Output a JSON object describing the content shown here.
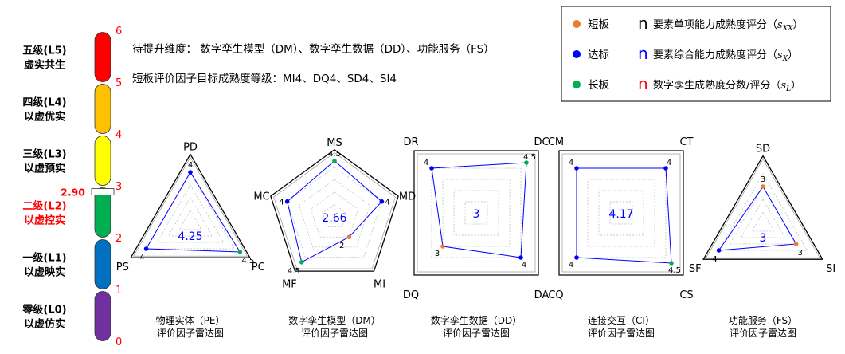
{
  "scale": {
    "ticks": [
      "0",
      "1",
      "2",
      "3",
      "4",
      "5",
      "6"
    ],
    "levels": [
      {
        "name": "五级(L5)",
        "desc": "虚实共生",
        "color": "#ff0000",
        "highlight": false
      },
      {
        "name": "四级(L4)",
        "desc": "以虚优实",
        "color": "#ffc000",
        "highlight": false
      },
      {
        "name": "三级(L3)",
        "desc": "以虚预实",
        "color": "#ffff00",
        "highlight": false
      },
      {
        "name": "二级(L2)",
        "desc": "以虚控实",
        "color": "#00b050",
        "highlight": true
      },
      {
        "name": "一级(L1)",
        "desc": "以虚映实",
        "color": "#0070c0",
        "highlight": false
      },
      {
        "name": "零级(L0)",
        "desc": "以虚仿实",
        "color": "#7030a0",
        "highlight": false
      }
    ],
    "current_label": "2.90",
    "current_value": 2.9
  },
  "info": {
    "line1": "待提升维度： 数字孪生模型（DM）、数字孪生数据（DD）、功能服务（FS）",
    "line2": "短板评价因子目标成熟度等级：MI4、DQ4、SD4、SI4"
  },
  "legend": {
    "items": [
      {
        "label": "短板",
        "color": "#ed7d31"
      },
      {
        "label": "达标",
        "color": "#0000ff"
      },
      {
        "label": "长板",
        "color": "#00b050"
      }
    ],
    "notes": [
      {
        "n": "n",
        "n_color": "#000000",
        "text": "要素单项能力成熟度评分（",
        "sym": "s",
        "sub": "XX",
        "close": "）"
      },
      {
        "n": "n",
        "n_color": "#0000ff",
        "text": "要素综合能力成熟度评分（",
        "sym": "s",
        "sub": "X",
        "close": "）"
      },
      {
        "n": "n",
        "n_color": "#ff0000",
        "text": "数字孪生成熟度分数/评分（",
        "sym": "s",
        "sub": "L",
        "close": "）"
      }
    ]
  },
  "colors": {
    "short": "#ed7d31",
    "pass": "#0000ff",
    "long": "#00b050"
  },
  "chart_data": [
    {
      "type": "radar",
      "shape": "triangle",
      "title": "物理实体（PE）",
      "subtitle": "评价因子雷达图",
      "score": "4.25",
      "axes": [
        "PD",
        "PC",
        "PS"
      ],
      "values": [
        4,
        4.5,
        4
      ],
      "labels": [
        "4",
        "4.5",
        "4"
      ],
      "status": [
        "pass",
        "long",
        "pass"
      ],
      "max": 5
    },
    {
      "type": "radar",
      "shape": "pentagon",
      "title": "数字孪生模型（DM）",
      "subtitle": "评价因子雷达图",
      "score": "2.66",
      "axes": [
        "MS",
        "MD",
        "MI",
        "MF",
        "MC"
      ],
      "values": [
        4.5,
        4,
        2,
        4.5,
        4
      ],
      "labels": [
        "4.5",
        "4",
        "2",
        "4.5",
        "4"
      ],
      "status": [
        "long",
        "pass",
        "short",
        "long",
        "pass"
      ],
      "max": 5
    },
    {
      "type": "radar",
      "shape": "square",
      "title": "数字孪生数据（DD）",
      "subtitle": "评价因子雷达图",
      "score": "3",
      "axes": [
        "DC",
        "DA",
        "DQ",
        "DR"
      ],
      "values": [
        4.5,
        4,
        3,
        4
      ],
      "labels": [
        "4.5",
        "4",
        "3",
        "4"
      ],
      "status": [
        "long",
        "pass",
        "short",
        "pass"
      ],
      "max": 5
    },
    {
      "type": "radar",
      "shape": "square",
      "title": "连接交互（CI）",
      "subtitle": "评价因子雷达图",
      "score": "4.17",
      "axes": [
        "CT",
        "CS",
        "CQ",
        "CM"
      ],
      "values": [
        4,
        4.5,
        4,
        4
      ],
      "labels": [
        "4",
        "4.5",
        "4",
        "4"
      ],
      "status": [
        "pass",
        "long",
        "pass",
        "pass"
      ],
      "max": 5
    },
    {
      "type": "radar",
      "shape": "triangle",
      "title": "功能服务（FS）",
      "subtitle": "评价因子雷达图",
      "score": "3",
      "axes": [
        "SD",
        "SI",
        "SF"
      ],
      "values": [
        3,
        3,
        4
      ],
      "labels": [
        "3",
        "3",
        "4"
      ],
      "status": [
        "short",
        "short",
        "pass"
      ],
      "max": 5
    }
  ]
}
